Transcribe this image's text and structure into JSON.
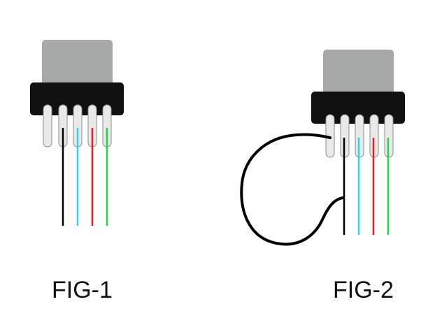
{
  "figures": [
    {
      "label": "FIG-1",
      "pin_count": 5,
      "wires": [
        {
          "pin": 2,
          "color": "#000000"
        },
        {
          "pin": 3,
          "color": "#2bd4ea"
        },
        {
          "pin": 4,
          "color": "#ee1c24"
        },
        {
          "pin": 5,
          "color": "#22d34b"
        }
      ]
    },
    {
      "label": "FIG-2",
      "pin_count": 5,
      "wires": [
        {
          "pin": 2,
          "color": "#000000"
        },
        {
          "pin": 3,
          "color": "#2bd4ea"
        },
        {
          "pin": 4,
          "color": "#ee1c24"
        },
        {
          "pin": 5,
          "color": "#22d34b"
        }
      ],
      "jumper": {
        "from_pin": 1,
        "to_wire_pin": 2,
        "color": "#000000"
      }
    }
  ],
  "colors": {
    "connector_cap": "#a7a9a8",
    "connector_body": "#111111",
    "pin_fill": "#e9e9e7",
    "pin_outline": "#8c8c8c"
  }
}
